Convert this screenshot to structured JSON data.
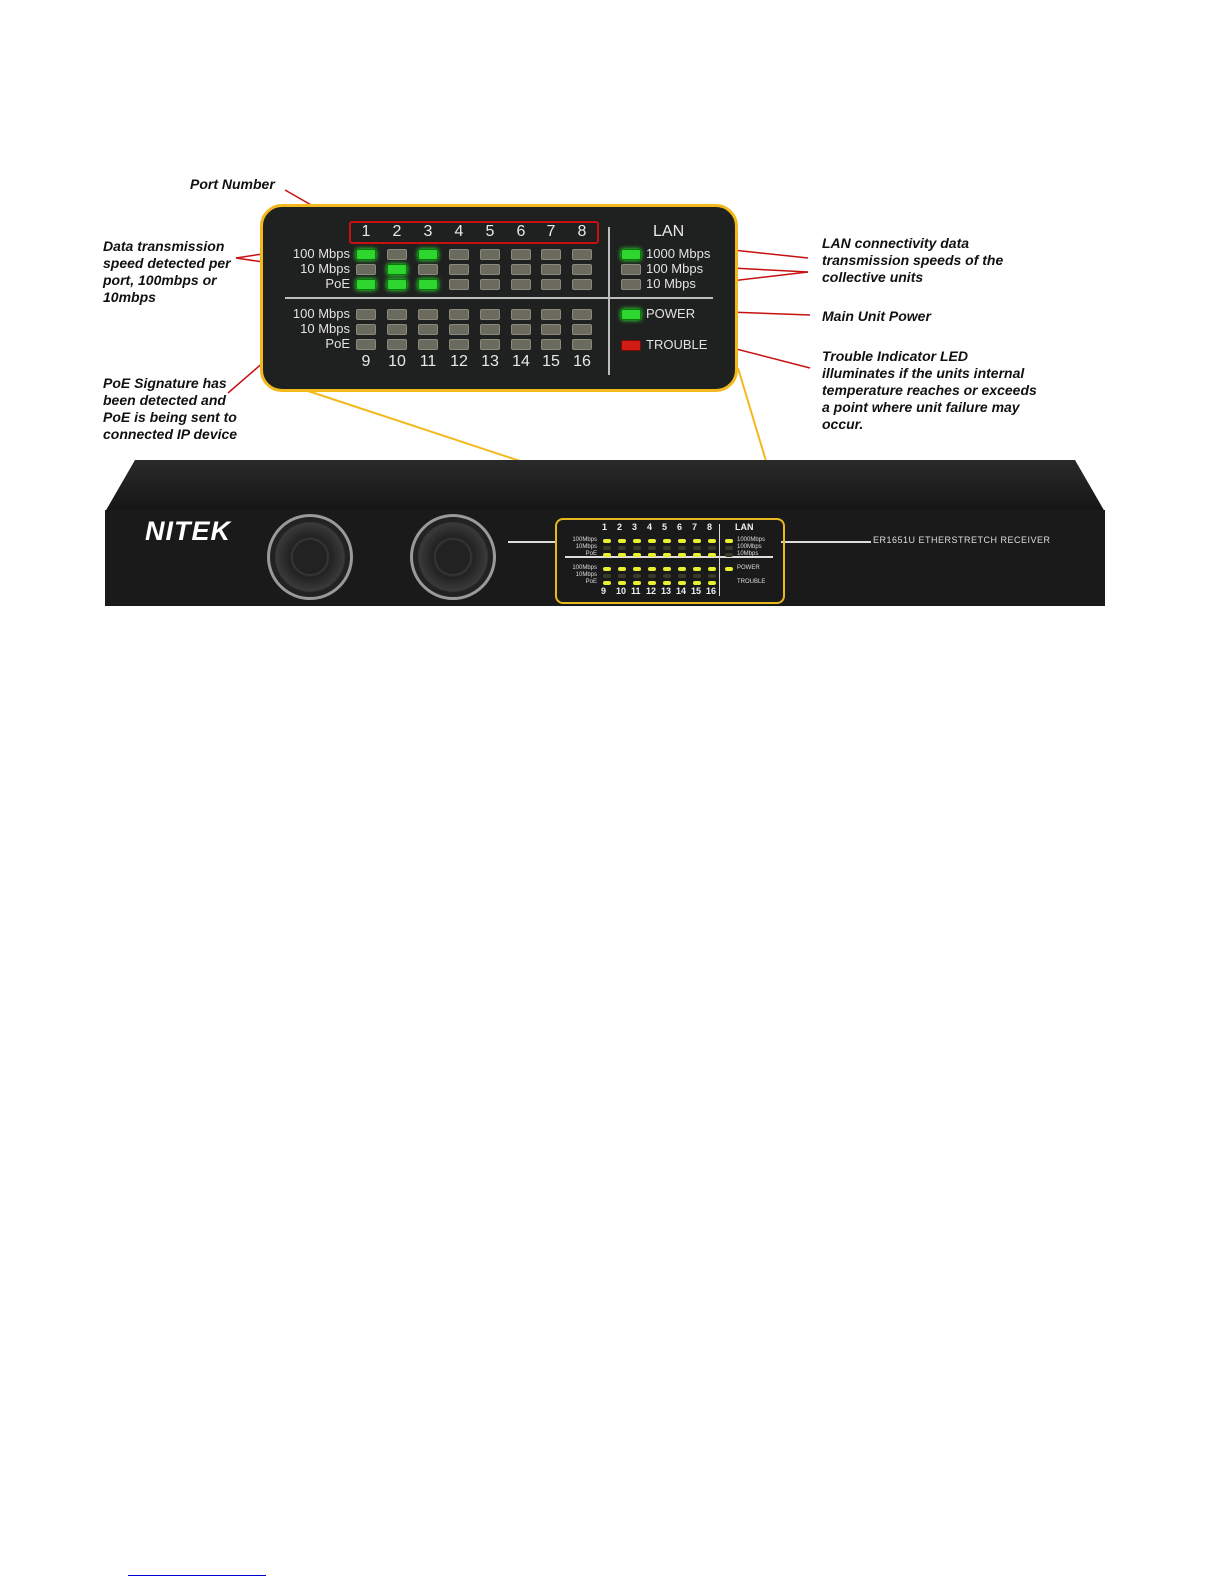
{
  "annotations": {
    "port_number": "Port Number",
    "speed": "Data transmission speed detected per port, 100mbps or 10mbps",
    "poe": "PoE Signature has been detected and PoE is being sent to connected IP device",
    "lan": "LAN connectivity data transmission speeds of the collective units",
    "power": "Main Unit Power",
    "trouble": "Trouble Indicator LED illuminates if the units internal temperature reaches or exceeds a point where unit failure may occur."
  },
  "panel": {
    "top_ports": [
      "1",
      "2",
      "3",
      "4",
      "5",
      "6",
      "7",
      "8"
    ],
    "bottom_ports": [
      "9",
      "10",
      "11",
      "12",
      "13",
      "14",
      "15",
      "16"
    ],
    "row_labels": [
      "100 Mbps",
      "10 Mbps",
      "PoE"
    ],
    "top_leds": [
      [
        1,
        0,
        1,
        0,
        0,
        0,
        0,
        0
      ],
      [
        0,
        1,
        0,
        0,
        0,
        0,
        0,
        0
      ],
      [
        1,
        1,
        1,
        0,
        0,
        0,
        0,
        0
      ]
    ],
    "bottom_leds": [
      [
        0,
        0,
        0,
        0,
        0,
        0,
        0,
        0
      ],
      [
        0,
        0,
        0,
        0,
        0,
        0,
        0,
        0
      ],
      [
        0,
        0,
        0,
        0,
        0,
        0,
        0,
        0
      ]
    ],
    "lan_title": "LAN",
    "lan_labels": [
      "1000 Mbps",
      "100 Mbps",
      "10 Mbps"
    ],
    "lan_leds": [
      1,
      0,
      0
    ],
    "power_label": "POWER",
    "trouble_label": "TROUBLE",
    "power_on": true,
    "trouble_on": true
  },
  "device": {
    "brand": "NITEK",
    "model": "ER1651U ETHERSTRETCH RECEIVER",
    "mini_row_labels": [
      "100Mbps",
      "10Mbps",
      "PoE"
    ],
    "mini_lan_labels": [
      "1000Mbps",
      "100Mbps",
      "10Mbps"
    ]
  },
  "colors": {
    "accent": "#f2b81c",
    "led_green": "#2fd62f",
    "led_red": "#d01c14",
    "callout": "#c81010"
  }
}
